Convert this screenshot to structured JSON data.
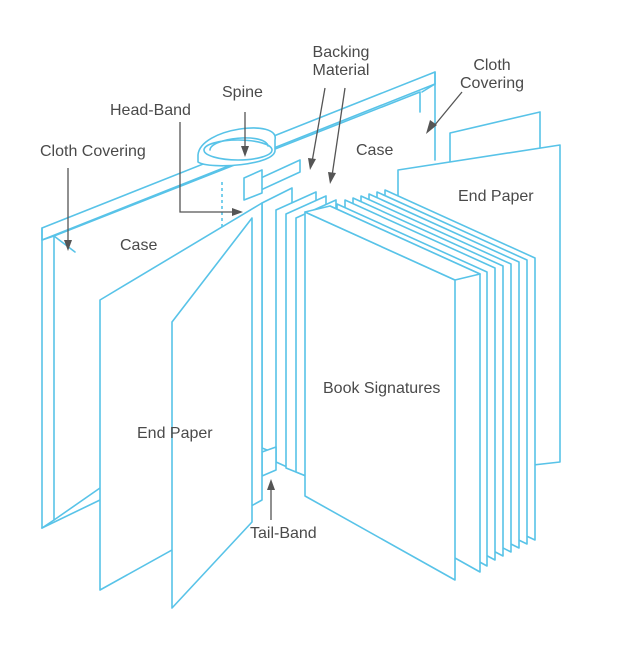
{
  "labels": {
    "cloth_covering_left": "Cloth Covering",
    "head_band": "Head-Band",
    "spine": "Spine",
    "backing_material_1": "Backing",
    "backing_material_2": "Material",
    "cloth_covering_right_1": "Cloth",
    "cloth_covering_right_2": "Covering",
    "case_left": "Case",
    "case_right": "Case",
    "end_paper_right": "End Paper",
    "end_paper_left": "End Paper",
    "book_signatures": "Book Signatures",
    "tail_band": "Tail-Band"
  },
  "colors": {
    "line": "#58c3e8",
    "text": "#4a4a4a",
    "arrow": "#555555",
    "background": "#ffffff"
  }
}
